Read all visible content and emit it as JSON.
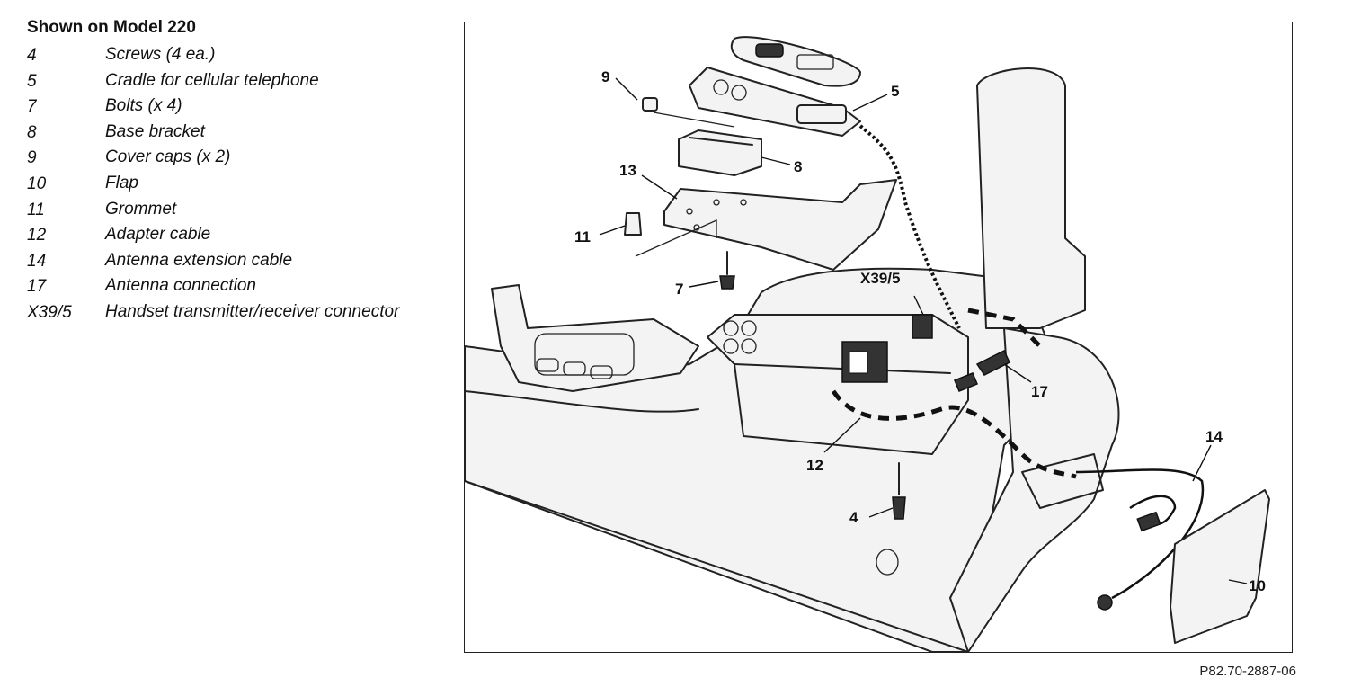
{
  "legend": {
    "title": "Shown on Model 220",
    "items": [
      {
        "num": "4",
        "desc": "Screws (4 ea.)"
      },
      {
        "num": "5",
        "desc": "Cradle for cellular telephone"
      },
      {
        "num": "7",
        "desc": "Bolts (x 4)"
      },
      {
        "num": "8",
        "desc": "Base bracket"
      },
      {
        "num": "9",
        "desc": "Cover caps (x 2)"
      },
      {
        "num": "10",
        "desc": "Flap"
      },
      {
        "num": "11",
        "desc": "Grommet"
      },
      {
        "num": "12",
        "desc": "Adapter cable"
      },
      {
        "num": "14",
        "desc": "Antenna extension cable"
      },
      {
        "num": "17",
        "desc": "Antenna connection"
      },
      {
        "num": "X39/5",
        "desc": "Handset transmitter/receiver connector"
      }
    ]
  },
  "diagram": {
    "callouts": {
      "c9": "9",
      "c5": "5",
      "c13": "13",
      "c8": "8",
      "c11": "11",
      "c7": "7",
      "cX395": "X39/5",
      "c17": "17",
      "c12": "12",
      "c14": "14",
      "c4": "4",
      "c10": "10"
    }
  },
  "figure_code": "P82.70-2887-06"
}
